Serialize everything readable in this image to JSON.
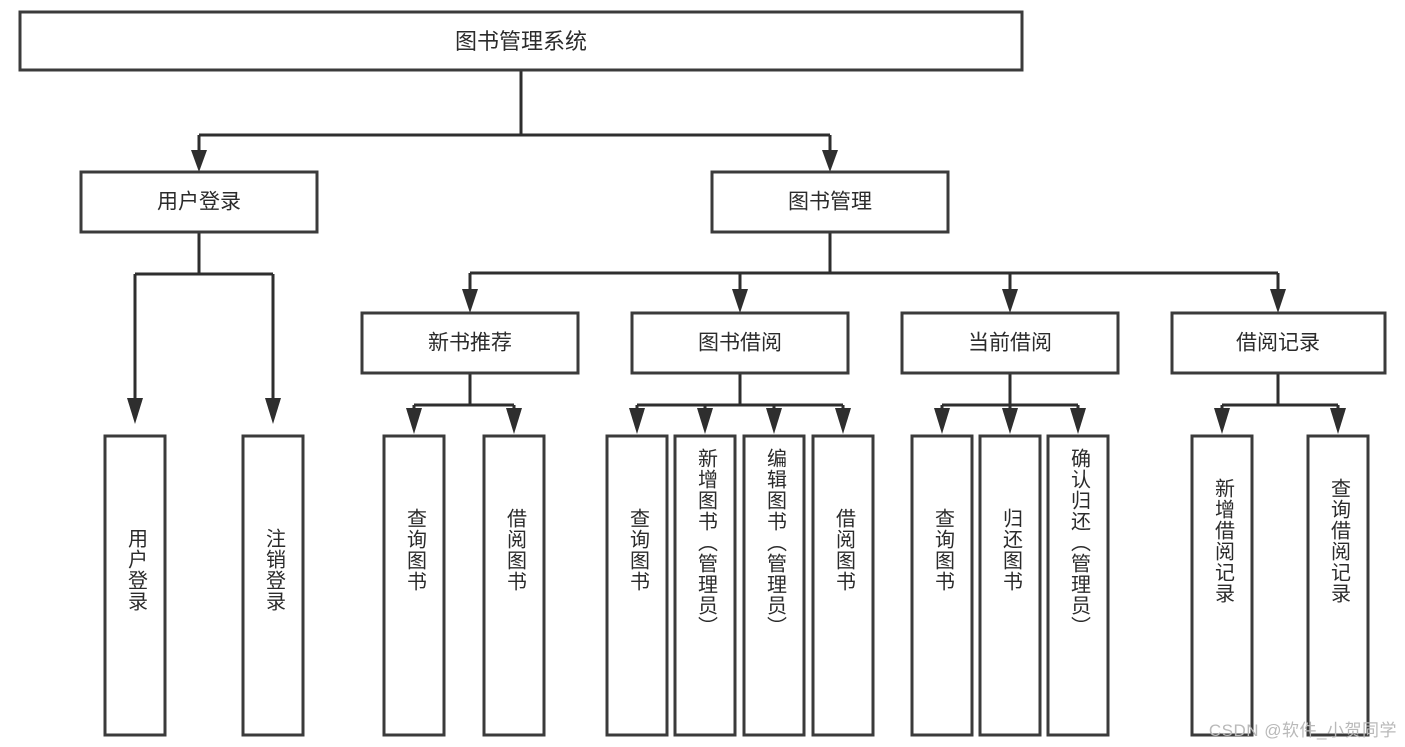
{
  "diagram": {
    "title": "图书管理系统",
    "type": "tree-hierarchy",
    "orientation": "top-down",
    "root": {
      "label": "图书管理系统",
      "id": "root"
    },
    "level2": [
      {
        "id": "user-login",
        "label": "用户登录"
      },
      {
        "id": "book-manage",
        "label": "图书管理"
      }
    ],
    "level3": [
      {
        "id": "new-book-recommend",
        "label": "新书推荐",
        "parent": "book-manage"
      },
      {
        "id": "book-borrow",
        "label": "图书借阅",
        "parent": "book-manage"
      },
      {
        "id": "current-borrow",
        "label": "当前借阅",
        "parent": "book-manage"
      },
      {
        "id": "borrow-record",
        "label": "借阅记录",
        "parent": "book-manage"
      }
    ],
    "leaves": [
      {
        "id": "leaf-user-login",
        "label": "用户登录",
        "parent": "user-login"
      },
      {
        "id": "leaf-logout-login",
        "label": "注销登录",
        "parent": "user-login"
      },
      {
        "id": "leaf-query-book-1",
        "label": "查询图书",
        "parent": "new-book-recommend"
      },
      {
        "id": "leaf-borrow-book-1",
        "label": "借阅图书",
        "parent": "new-book-recommend"
      },
      {
        "id": "leaf-query-book-2",
        "label": "查询图书",
        "parent": "book-borrow"
      },
      {
        "id": "leaf-add-book",
        "label": "新增图书（管理员）",
        "parent": "book-borrow"
      },
      {
        "id": "leaf-edit-book",
        "label": "编辑图书（管理员）",
        "parent": "book-borrow"
      },
      {
        "id": "leaf-borrow-book-2",
        "label": "借阅图书",
        "parent": "book-borrow"
      },
      {
        "id": "leaf-query-book-3",
        "label": "查询图书",
        "parent": "current-borrow"
      },
      {
        "id": "leaf-return-book",
        "label": "归还图书",
        "parent": "current-borrow"
      },
      {
        "id": "leaf-confirm-return",
        "label": "确认归还（管理员）",
        "parent": "current-borrow"
      },
      {
        "id": "leaf-add-record",
        "label": "新增借阅记录",
        "parent": "borrow-record"
      },
      {
        "id": "leaf-query-record",
        "label": "查询借阅记录",
        "parent": "borrow-record"
      }
    ],
    "colors": {
      "box_stroke": "#3b3b3b",
      "connector": "#2e2e2e",
      "text": "#2b2b2b",
      "background": "#ffffff",
      "watermark": "#b9b9b9"
    }
  },
  "watermark": {
    "text": "CSDN @软件_小贺同学"
  }
}
